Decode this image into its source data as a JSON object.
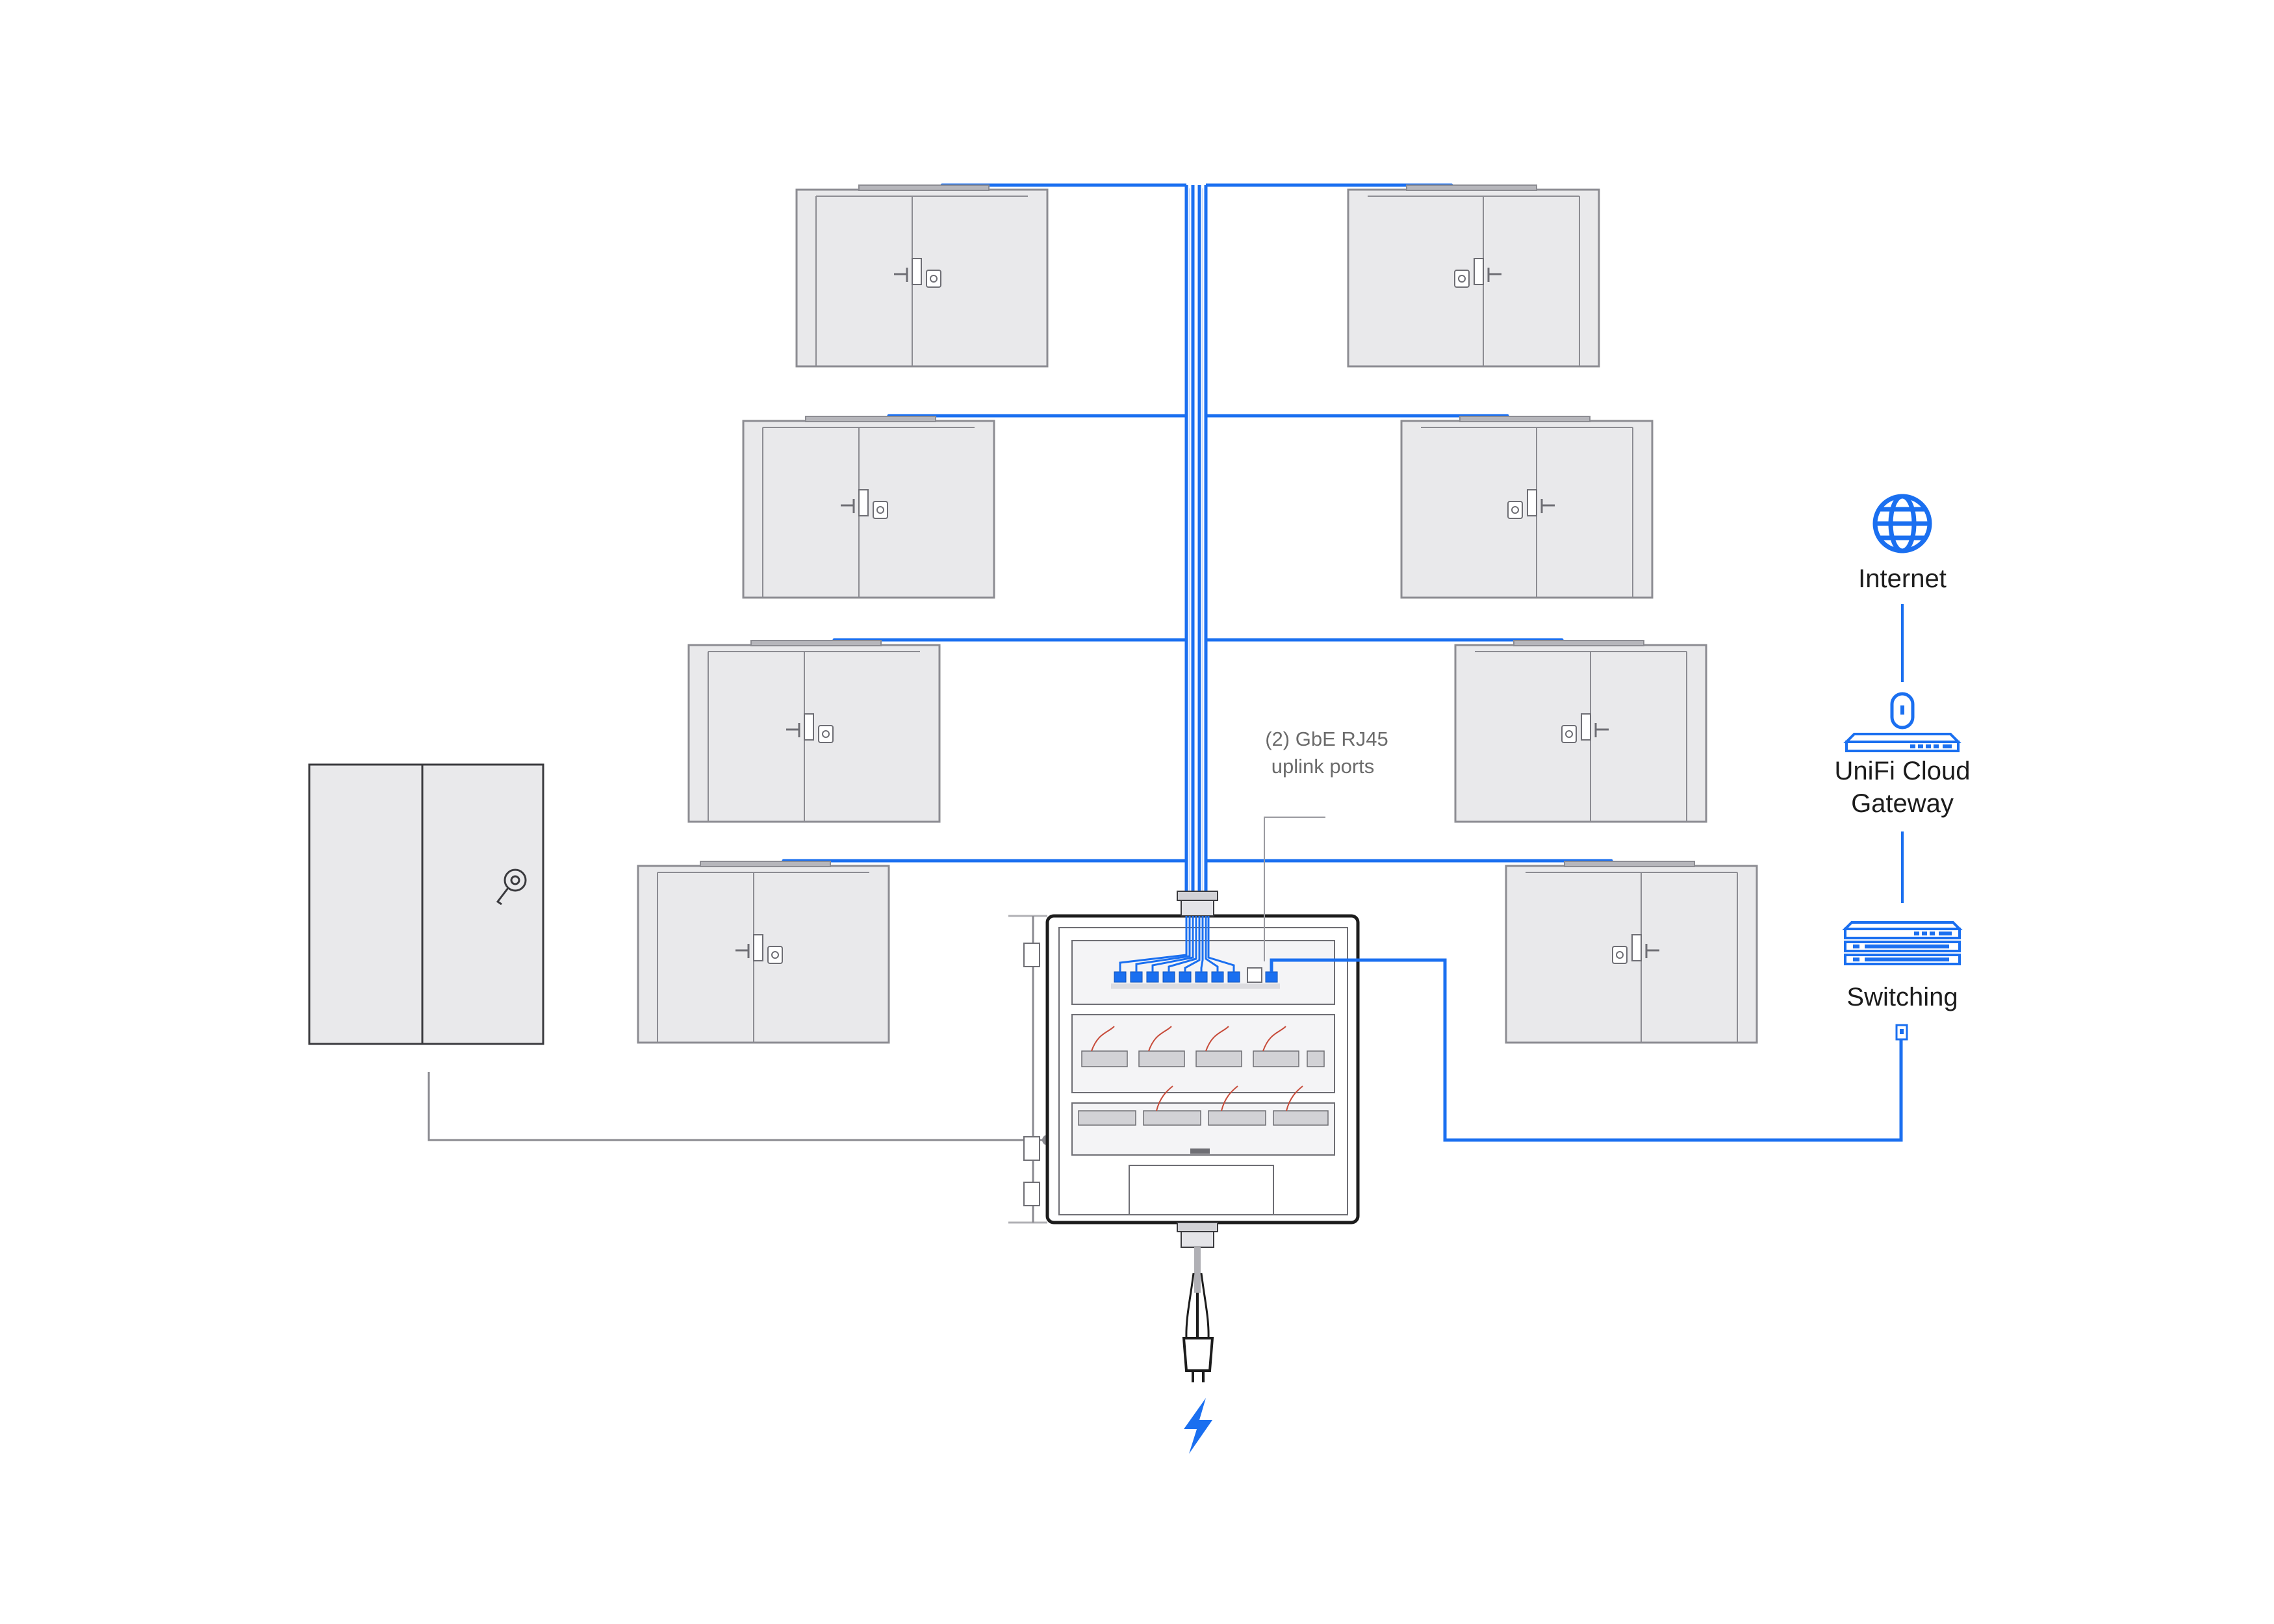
{
  "labels": {
    "uplink_line1": "(2) GbE RJ45",
    "uplink_line2": "uplink ports",
    "internet": "Internet",
    "gateway_line1": "UniFi Cloud",
    "gateway_line2": "Gateway",
    "switching": "Switching"
  },
  "icons": {
    "internet": "globe-icon",
    "gateway": "cloud-gateway-icon",
    "switching": "switch-stack-icon",
    "power": "lightning-bolt-icon",
    "plug": "power-plug-icon"
  },
  "colors": {
    "cable_blue": "#1a6ff0",
    "door_fill": "#e9e9eb",
    "door_stroke": "#8c8c92",
    "gray_line": "#8a8a90",
    "text": "#1c1c1c"
  }
}
